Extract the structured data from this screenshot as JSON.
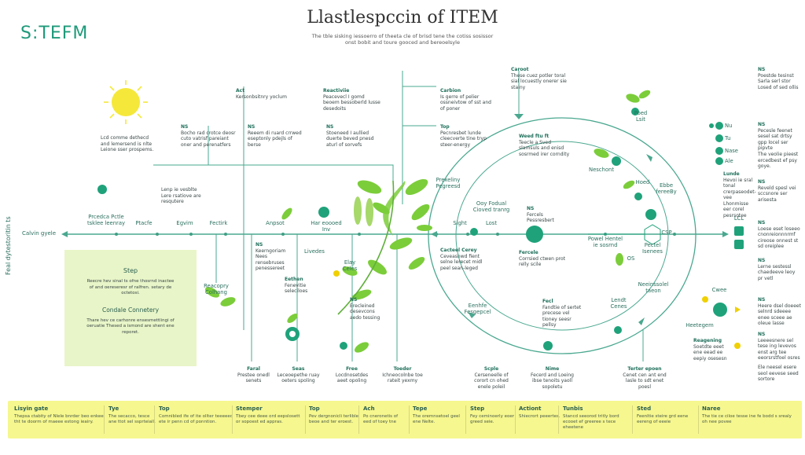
{
  "logo": "S:TEFM",
  "title": "Llastlespccin of ITEM",
  "subtitle": "The tble sisking iessoerro of theeta cle of brisd tene the cotiss sosissor onst bobit and toure gooced and bereoelsyle",
  "side_label": "Feal dytestoritin ts",
  "axis_label": "Calvin gyele",
  "top_notes": [
    {
      "head": "Act",
      "body": "Kersonbsitnry yoclum"
    },
    {
      "head": "Reactiviie",
      "body": "Peacevecl I gomd beoem bessoberld lusse desedoits"
    },
    {
      "head": "Carbion",
      "body": "Is gerre of pelier ossneivtow of sst and of poner"
    },
    {
      "head": "Caroot",
      "body": "These cuez potler toral sial locuestly onerer sie stainy"
    },
    {
      "head": "Top",
      "body": "Pecnresbet lunde cleecverte tine tryp steer-energy"
    },
    {
      "head": "NS",
      "body": "Poestde tesinst Sarla serl stor Losed of sed ollis"
    }
  ],
  "left_notes": [
    {
      "head": "",
      "body": "Lcd comme dethecd and lemersend is nlte Leione sser prospems."
    },
    {
      "head": "NS",
      "body": "Bocho rad crotce deosr cuto vatrisf pareiant oner and perenatfers"
    },
    {
      "head": "NS",
      "body": "Reeem di ruard crrwed eseptonly pdejls of berse"
    },
    {
      "head": "NS",
      "body": "Stoeneed I aullied duerte beved pnesd aturl of sorvefs"
    },
    {
      "head": "",
      "body": "Lenp ie vesblte Lere rsatiove are resqutere"
    }
  ],
  "axis_nodes": [
    "Prcedca Pctle tsklee leenray",
    "Ptacfe",
    "Egvim",
    "Fectirk",
    "Anpsot",
    "Har eoooed Inv",
    "Sight",
    "Lost",
    "Powel Hentel ie sosrnd",
    "CSP"
  ],
  "lower_nodes": [
    {
      "head": "NS",
      "body": "Keerngoriam Nees rensebruses penessereet"
    },
    {
      "head": "Livedes",
      "body": ""
    },
    {
      "head": "Elay Celes",
      "body": ""
    },
    {
      "head": "Eethen",
      "body": "Fenevitie seleciloes"
    },
    {
      "head": "NS",
      "body": "Erecleined desevcons aedo tessing"
    },
    {
      "head": "Reacopry Colhang",
      "body": ""
    },
    {
      "head": "Cacteel Cerey",
      "body": "Ceveasnwd fient selne lerecet midl peel sean-leged"
    },
    {
      "head": "NS",
      "body": "Fercels Pessresbert"
    },
    {
      "head": "Fercele",
      "body": "Corrsied ctwen prot relly scile"
    },
    {
      "head": "Ooy Fodual Cioved tranrg",
      "body": ""
    },
    {
      "head": "Prexeliny Pegreesd",
      "body": ""
    },
    {
      "head": "Weed ftu ft",
      "body": "Teecle a Sved slamsuls and enisd sosrmed irer corndity"
    },
    {
      "head": "Neschont",
      "body": ""
    },
    {
      "head": "Poed Lsit",
      "body": ""
    },
    {
      "head": "Hoed",
      "body": ""
    },
    {
      "head": "Ebbe fereeBy",
      "body": ""
    },
    {
      "head": "Fecl",
      "body": "Fandtie of sertet precese vel tioney seesr pellsy"
    },
    {
      "head": "Eenhfe Fesgepcel",
      "body": ""
    },
    {
      "head": "Lendt Cenes",
      "body": ""
    },
    {
      "head": "Neeinssolel taeon",
      "body": ""
    },
    {
      "head": "OS",
      "body": ""
    },
    {
      "head": "Pectel Isenees",
      "body": ""
    }
  ],
  "bottom_nodes": [
    {
      "head": "Faral",
      "body": "Prestee onedl senets"
    },
    {
      "head": "Seas",
      "body": "Leceoepethe ruay oeters spoling"
    },
    {
      "head": "Free",
      "body": "Locdnosetdes aeet opoling"
    },
    {
      "head": "Toeder",
      "body": "Ichneocolnbe toe rateit yexmy"
    },
    {
      "head": "Scple",
      "body": "Cerseneelle of corort cn ohed enele poleil"
    },
    {
      "head": "Nime",
      "body": "Fecerd and Loeing ibse tenoits yaoll sopoletu"
    },
    {
      "head": "Terter epoen",
      "body": "Cenet cen ant end lasle to sdt enet poesl"
    }
  ],
  "step_box": {
    "head1": "Step",
    "body1": "Reecre hev sinal ts ofne thosrnd inactee of and oereseresr of ralfren. setary de octetosi.",
    "head2": "Condale Connetery",
    "body2": "Thare hev ce carhonre ensesmettlingi of oeruatie Thesed a ismond are shent ene reporet."
  },
  "right_notes": [
    {
      "head": "NS",
      "body": "Pecesle feenet sesel sat drtsy gpp locel ser pipvte"
    },
    {
      "head": "NS",
      "body": "Reveld spesl vei sccsnore ser arisesta"
    },
    {
      "head": "",
      "body": "The veolie pieest ercedbest ef psy goye."
    },
    {
      "head": "Lunde",
      "body": "Hevoi ie sral tonal crerpaseodet-vee Lhonmisse eer corel pesrsotee"
    },
    {
      "head": "NS",
      "body": "Loese eset loseeo cnonreionnnrmf cireose onnest st sd oreiplee"
    },
    {
      "head": "NS",
      "body": "Lerne sestessl chaedeeve leoy pr vetl"
    },
    {
      "head": "NS",
      "body": "Heere dsel doeeet selnrd sdeeee enee sceee ae oleue lasse"
    },
    {
      "head": "NS",
      "body": "Leeeesnere sel tese ing levevos enst arg tee eeorsrstfoel osres"
    },
    {
      "head": "",
      "body": "Ele neesel esere seol eevese seed sortore"
    }
  ],
  "right_icons": [
    {
      "head": "Nu"
    },
    {
      "head": "Tu"
    },
    {
      "head": "Nase"
    },
    {
      "head": "Ale"
    }
  ],
  "right_graph": {
    "node_top": "LCL",
    "node_mid": "Cwee",
    "node_low": "Heetegem",
    "node_re": "Reagening",
    "re_body": "Soetdte eeet ene eead ee eepiy osesesn"
  },
  "legend": [
    {
      "head": "Lisyin gate",
      "body": "Thepsa ctabity of Nlele bnrder beo enkee tht te doorm of maeee estong ieairy."
    },
    {
      "head": "Tye",
      "body": "The secacco, tesce ane ttot sel ssprteiall."
    },
    {
      "head": "Top",
      "body": "Comnibled ife of ite ollter teeeeed ete ir penn cd of ponntion."
    },
    {
      "head": "Stemper",
      "body": "Tbey cee deee ord eepslosett or sopoest ed appras."
    },
    {
      "head": "Top",
      "body": "Pev dergnonicli terlible beoe and ter eroest."
    },
    {
      "head": "Ach",
      "body": "Po cneronetis of eed of toey tne"
    },
    {
      "head": "Tepe",
      "body": "The oremnsetoel geel ene Nelte."
    },
    {
      "head": "Step",
      "body": "Fey ceminoerly eoer greed seie."
    },
    {
      "head": "Actiont",
      "body": "Shiecrort peeertes."
    },
    {
      "head": "Tunbis",
      "body": "Stancd seeorod tritly bord ecooet ef greeree s tece eheetene"
    },
    {
      "head": "Sted",
      "body": "Feenltie steire grd eene eereng of eeeie"
    },
    {
      "head": "Naree",
      "body": "The tie ce ciloe tesse ine fe bodd s srealy oh nee povee"
    }
  ],
  "colors": {
    "accent": "#1f9a7a",
    "leaf": "#7ccd3a",
    "sun": "#f5e83a",
    "legend_bg": "#f6f78e",
    "stepbox_bg": "#e8f5c8",
    "line": "#4aa88f"
  }
}
